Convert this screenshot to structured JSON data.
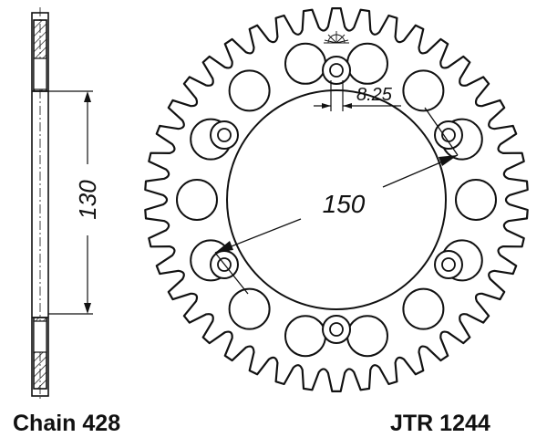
{
  "diagram": {
    "chain_label": "Chain 428",
    "part_number": "JTR 1244",
    "dimensions": {
      "bolt_circle": "150",
      "side_height": "130",
      "hole_size": "8.25"
    },
    "teeth": 42,
    "lightening_holes": 14,
    "mount_holes": 6,
    "colors": {
      "line": "#111111",
      "background": "#ffffff"
    }
  }
}
